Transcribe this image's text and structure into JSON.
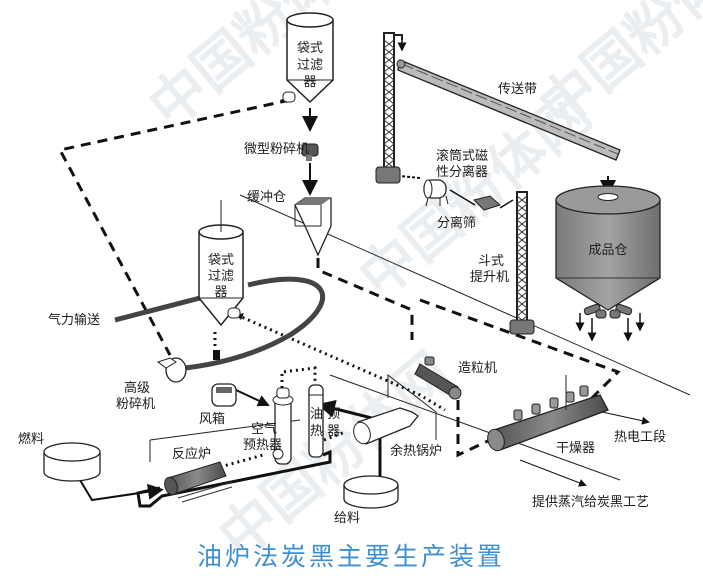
{
  "title": "油炉法炭黑主要生产装置",
  "colors": {
    "title": "#3f8fd0",
    "line": "#111111",
    "equipment_dark": "#6b6b6b",
    "equipment_mid": "#9a9a9a",
    "equipment_light": "#d0d0d0",
    "watermark": "#e9edf0"
  },
  "watermark_text": "中国粉体网",
  "labels": {
    "bag_filter_top": [
      "袋式",
      "过滤",
      "器"
    ],
    "micro_mill": "微型粉碎机",
    "buffer_silo": "缓冲仓",
    "bag_filter_mid": [
      "袋式",
      "过滤",
      "器"
    ],
    "pneumatic_conveying": "气力输送",
    "high_grade_mill": [
      "高级",
      "粉碎机"
    ],
    "fan_box": "风箱",
    "air_preheater": [
      "空气",
      "预热器"
    ],
    "oil_preheater": [
      "油 预",
      "热 器"
    ],
    "fuel": "燃料",
    "reactor": "反应炉",
    "waste_heat_boiler": "余热锅炉",
    "feedstock": "给料",
    "conveyor_belt": "传送带",
    "drum_magnetic_separator": [
      "滚筒式磁",
      "性分离器"
    ],
    "separating_screen": "分离筛",
    "bucket_elevator": [
      "斗式",
      "提升机"
    ],
    "finished_silo": "成品仓",
    "pelletizer": "造粒机",
    "dryer": "干燥器",
    "thermal_power_section": "热电工段",
    "steam_supply": "提供蒸汽给炭黑工艺"
  }
}
